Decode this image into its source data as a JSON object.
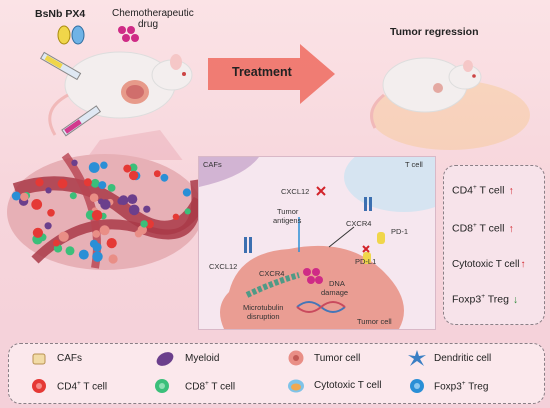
{
  "top": {
    "drug1": "BsNb PX4",
    "drug2_line1": "Chemotherapeutic",
    "drug2_line2": "drug",
    "treatment": "Treatment",
    "outcome": "Tumor regression"
  },
  "mechanism": {
    "cafs": "CAFs",
    "tcell": "T cell",
    "cxcl12_top": "CXCL12",
    "cxcr4_top": "CXCR4",
    "tumor_antigens_1": "Tumor",
    "tumor_antigens_2": "antigens",
    "pd1": "PD-1",
    "pdl1": "PD-L1",
    "cxcl12_left": "CXCL12",
    "cxcr4_mid": "CXCR4",
    "microtubulin_1": "Microtubulin",
    "microtubulin_2": "disruption",
    "dna_1": "DNA",
    "dna_2": "damage",
    "tumor_cell": "Tumor cell"
  },
  "effects": {
    "cd4": "CD4",
    "cd8": "CD8",
    "sup_plus": "+",
    "tcell_suffix": " T cell",
    "cytotoxic": "Cytotoxic T cell",
    "foxp3": "Foxp3",
    "treg_suffix": " Treg",
    "up": "↑",
    "down": "↓"
  },
  "legend": {
    "cafs": "CAFs",
    "myeloid": "Myeloid",
    "tumor": "Tumor cell",
    "dendritic": "Dendritic cell",
    "cd4": "CD4",
    "cd8": "CD8",
    "sup_plus": "+",
    "tcell_suffix": " T cell",
    "cytotoxic": "Cytotoxic T cell",
    "foxp3": "Foxp3",
    "treg_suffix": " Treg"
  },
  "colors": {
    "cd4": "#e53935",
    "cd8": "#3bbf7a",
    "treg": "#2a8fd6",
    "myeloid": "#6b3f8c",
    "tumor": "#e98e86",
    "arrow": "#ee5a4f",
    "up": "#d2232a",
    "down": "#2e8b3a"
  }
}
